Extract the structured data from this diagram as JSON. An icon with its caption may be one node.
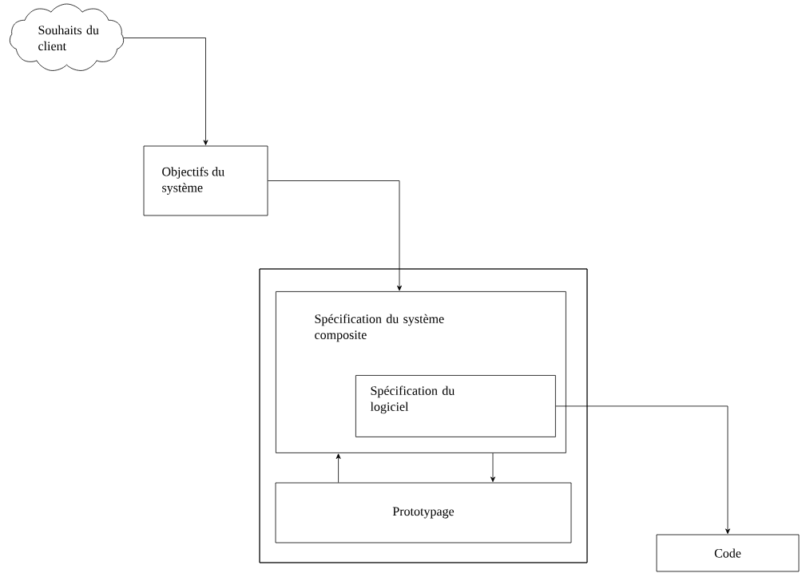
{
  "diagram": {
    "nodes": [
      {
        "text": [
          "Souhaits du client"
        ]
      },
      {
        "text": [
          "Objectifs du système"
        ]
      },
      {
        "text": [],
        "shape": "box"
      },
      {
        "text": [
          "Spécification du système composite"
        ],
        "in": 2
      },
      {
        "text": [
          "Spécification du logiciel"
        ],
        "in": 3
      },
      {
        "text": [
          "Prototypage"
        ],
        "in": 2
      },
      {
        "text": [
          "Code"
        ]
      }
    ],
    "edges": [
      {
        "from": 0,
        "to": 1,
        "arrow": "to"
      },
      {
        "from": 1,
        "to": 3,
        "arrow": "to"
      },
      {
        "from": 3,
        "to": 5,
        "arrow": "to"
      },
      {
        "from": 5,
        "to": 3,
        "arrow": "to"
      },
      {
        "from": 4,
        "to": 6,
        "arrow": "to"
      }
    ]
  }
}
